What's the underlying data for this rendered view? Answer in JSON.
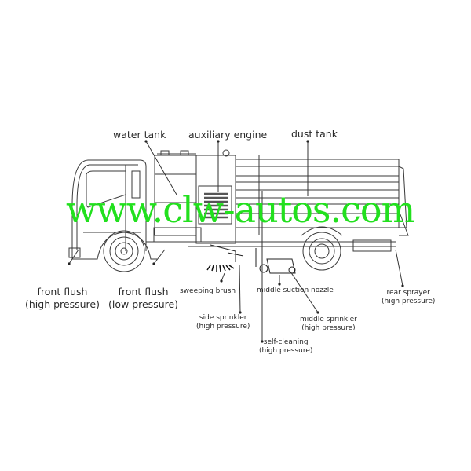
{
  "diagram": {
    "subject": "road sweeper truck",
    "labels": {
      "water_tank": "water tank",
      "auxiliary_engine": "auxiliary engine",
      "dust_tank": "dust tank",
      "front_flush_high": {
        "line1": "front flush",
        "line2": "(high pressure)"
      },
      "front_flush_low": {
        "line1": "front flush",
        "line2": "(low pressure)"
      },
      "sweeping_brush": "sweeping brush",
      "middle_suction_nozzle": "middle suction nozzle",
      "rear_sprayer": {
        "line1": "rear sprayer",
        "line2": "(high pressure)"
      },
      "side_sprinkler": {
        "line1": "side sprinkler",
        "line2": "(high pressure)"
      },
      "middle_sprinkler": {
        "line1": "middle sprinkler",
        "line2": "(high pressure)"
      },
      "self_cleaning": {
        "line1": "self-cleaning",
        "line2": "(high pressure)"
      }
    },
    "watermark": {
      "text": "www.clw-autos.com",
      "color": "#22e01e"
    },
    "colors": {
      "line": "#333333",
      "background": "#ffffff"
    }
  }
}
